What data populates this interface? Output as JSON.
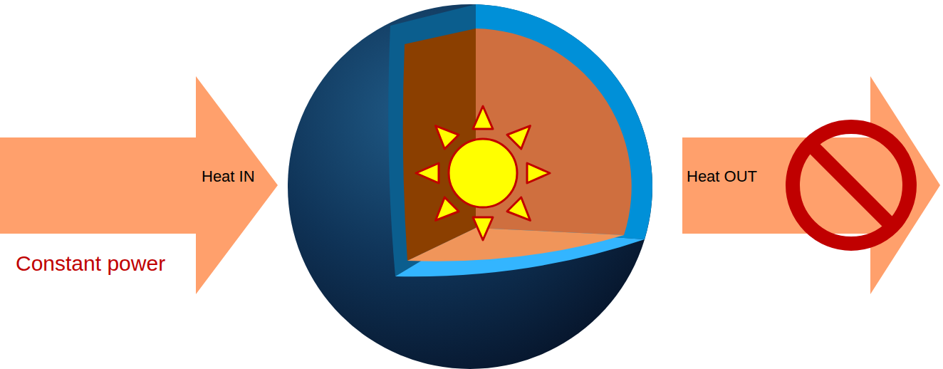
{
  "diagram": {
    "nodes": [
      {
        "text": [
          "Heat IN"
        ]
      },
      {
        "text": [
          "Heat OUT"
        ]
      }
    ],
    "labels": [
      "Constant power"
    ]
  }
}
